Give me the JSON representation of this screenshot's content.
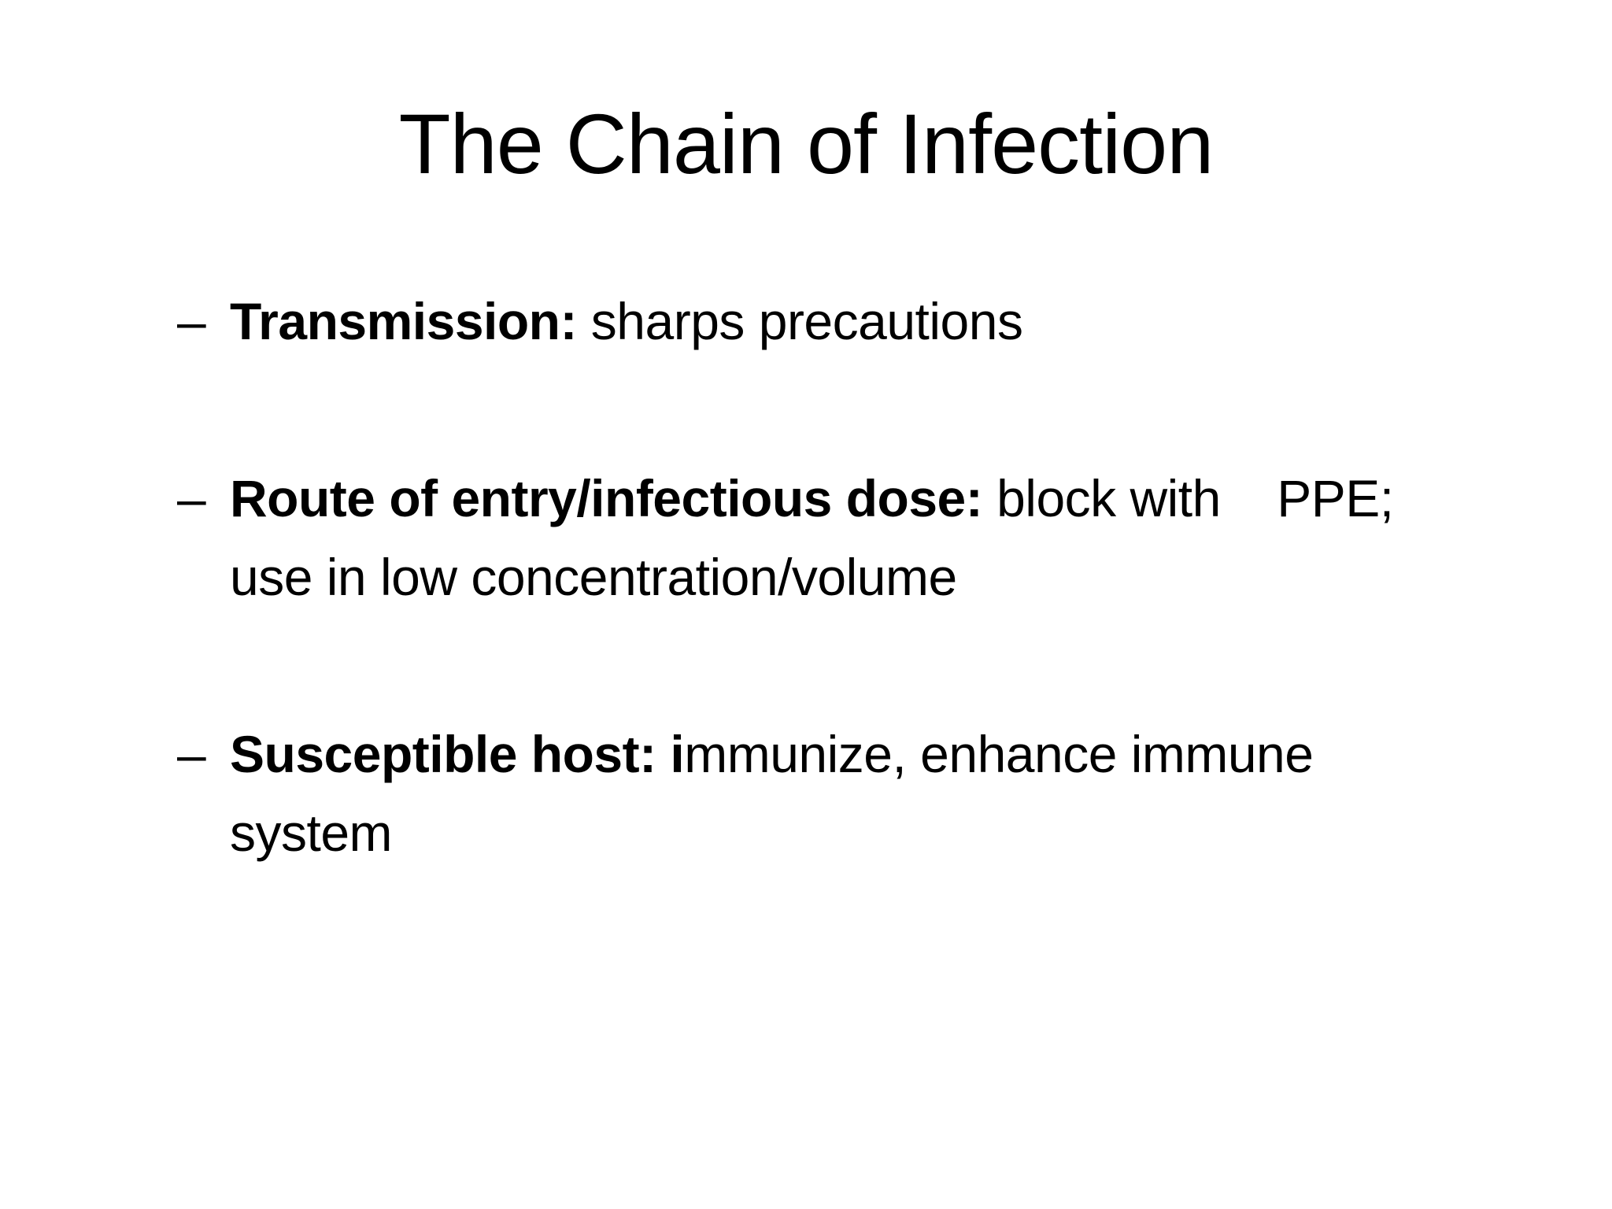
{
  "slide": {
    "title": "The Chain of Infection",
    "background_color": "#ffffff",
    "text_color": "#000000",
    "bullets": [
      {
        "marker": "–",
        "bold_text": "Transmission:",
        "regular_text": " sharps precautions",
        "line2": ""
      },
      {
        "marker": "–",
        "bold_text": "Route of entry/infectious dose:",
        "regular_text": " block with    PPE;",
        "line2": "use in low concentration/volume"
      },
      {
        "marker": "–",
        "bold_text": "Susceptible host: i",
        "regular_text": "mmunize, enhance immune",
        "line2": "system"
      }
    ]
  }
}
